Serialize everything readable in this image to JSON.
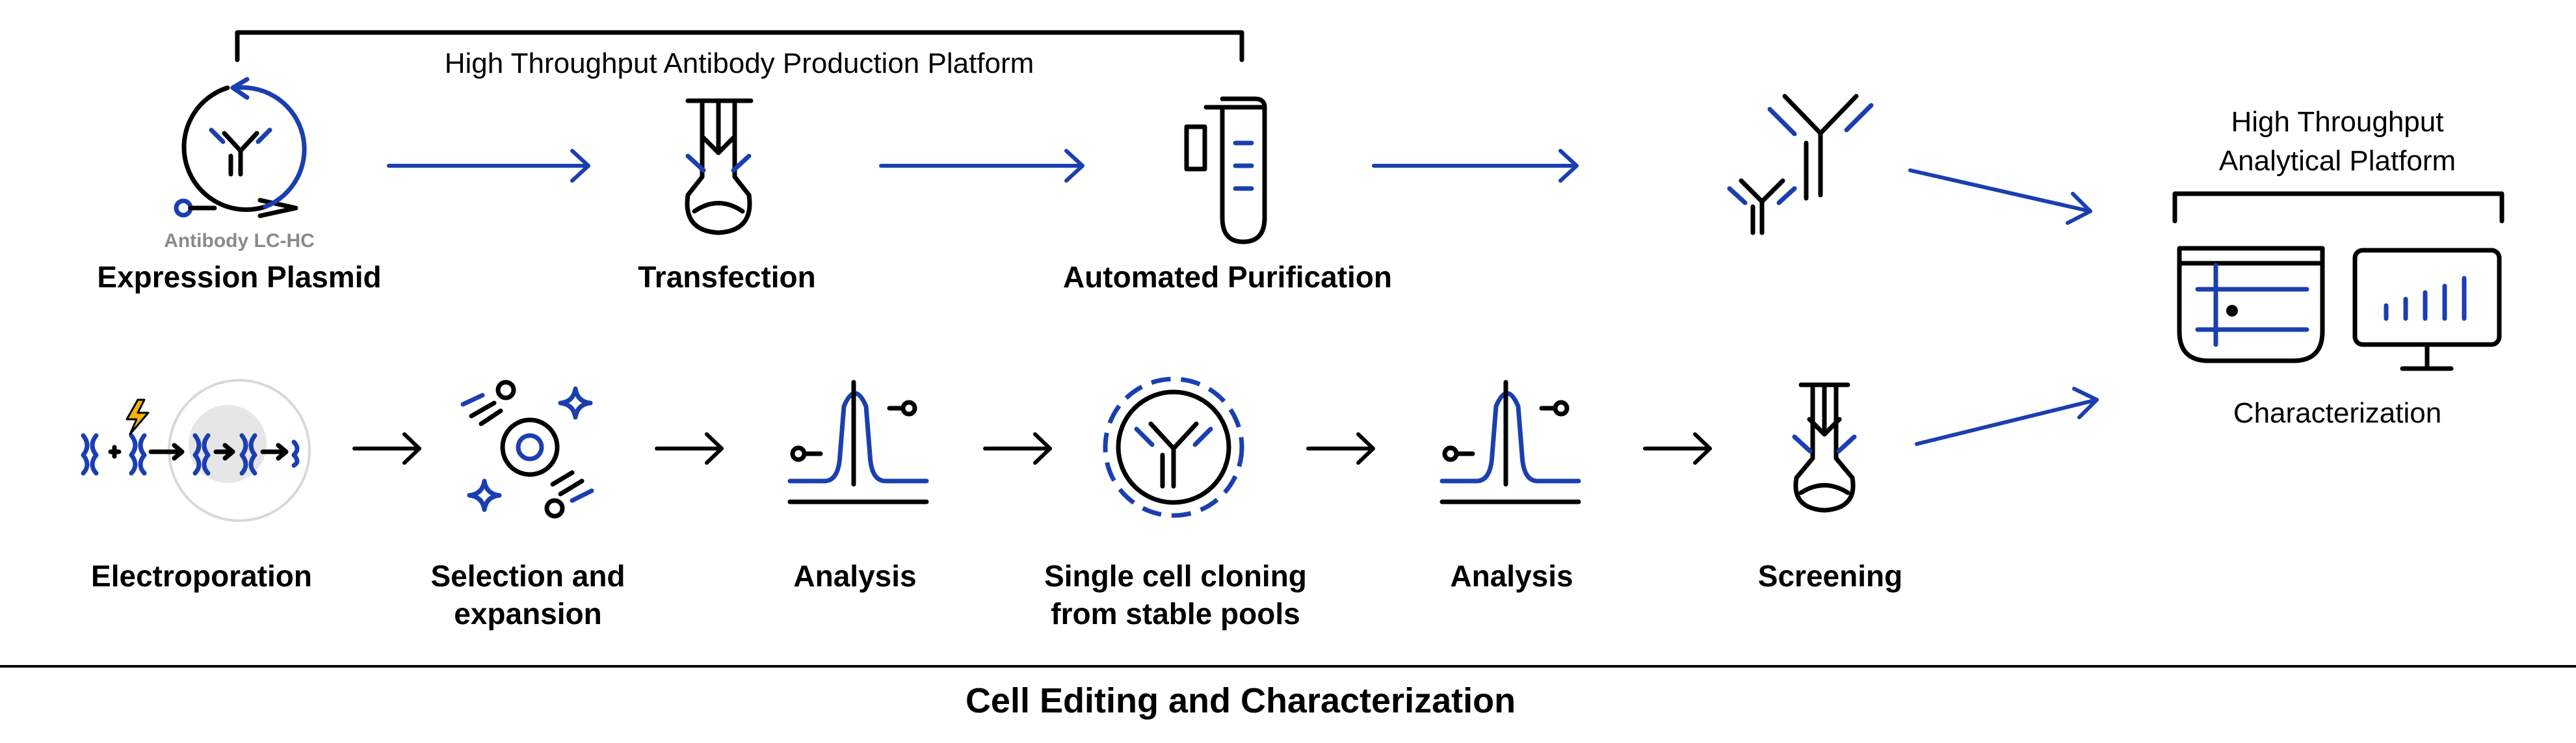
{
  "top_platform_label": "High Throughput Antibody Production Platform",
  "steps_top": [
    {
      "label": "Expression Plasmid",
      "sublabel": "Antibody LC-HC"
    },
    {
      "label": "Transfection"
    },
    {
      "label": "Automated Purification"
    }
  ],
  "analytical": {
    "title_line1": "High Throughput",
    "title_line2": "Analytical Platform",
    "label": "Characterization"
  },
  "steps_bottom": [
    {
      "label": "Electroporation"
    },
    {
      "label_line1": "Selection and",
      "label_line2": "expansion"
    },
    {
      "label": "Analysis"
    },
    {
      "label_line1": "Single cell cloning",
      "label_line2": "from stable pools"
    },
    {
      "label": "Analysis"
    },
    {
      "label": "Screening"
    }
  ],
  "footer_title": "Cell Editing and Characterization",
  "colors": {
    "accent": "#1a3fb0",
    "ink": "#000000",
    "muted": "#8a8a8a",
    "lightning": "#f2b705"
  }
}
